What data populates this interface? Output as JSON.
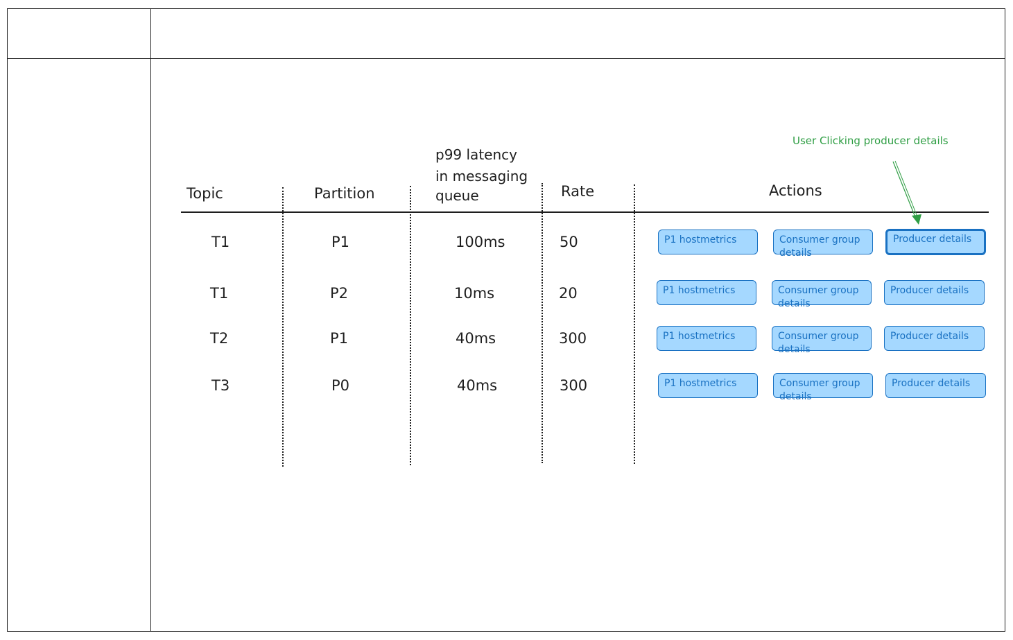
{
  "table": {
    "headers": {
      "topic": "Topic",
      "partition": "Partition",
      "latency": [
        "p99 latency",
        "in messaging",
        "queue"
      ],
      "rate": "Rate",
      "actions": "Actions"
    },
    "rows": [
      {
        "topic": "T1",
        "partition": "P1",
        "latency": "100ms",
        "rate": "50",
        "actions": {
          "hostmetrics": "P1 hostmetrics",
          "consumer": "Consumer group details",
          "producer": "Producer details"
        }
      },
      {
        "topic": "T1",
        "partition": "P2",
        "latency": "10ms",
        "rate": "20",
        "actions": {
          "hostmetrics": "P1 hostmetrics",
          "consumer": "Consumer group details",
          "producer": "Producer details"
        }
      },
      {
        "topic": "T2",
        "partition": "P1",
        "latency": "40ms",
        "rate": "300",
        "actions": {
          "hostmetrics": "P1 hostmetrics",
          "consumer": "Consumer group details",
          "producer": "Producer details"
        }
      },
      {
        "topic": "T3",
        "partition": "P0",
        "latency": "40ms",
        "rate": "300",
        "actions": {
          "hostmetrics": "P1 hostmetrics",
          "consumer": "Consumer group details",
          "producer": "Producer details"
        }
      }
    ]
  },
  "annotation": {
    "text": "User Clicking producer details",
    "color": "#2f9e44"
  },
  "colors": {
    "button_fill": "#a5d8ff",
    "button_stroke": "#1971c2",
    "ink": "#1e1e1e"
  }
}
